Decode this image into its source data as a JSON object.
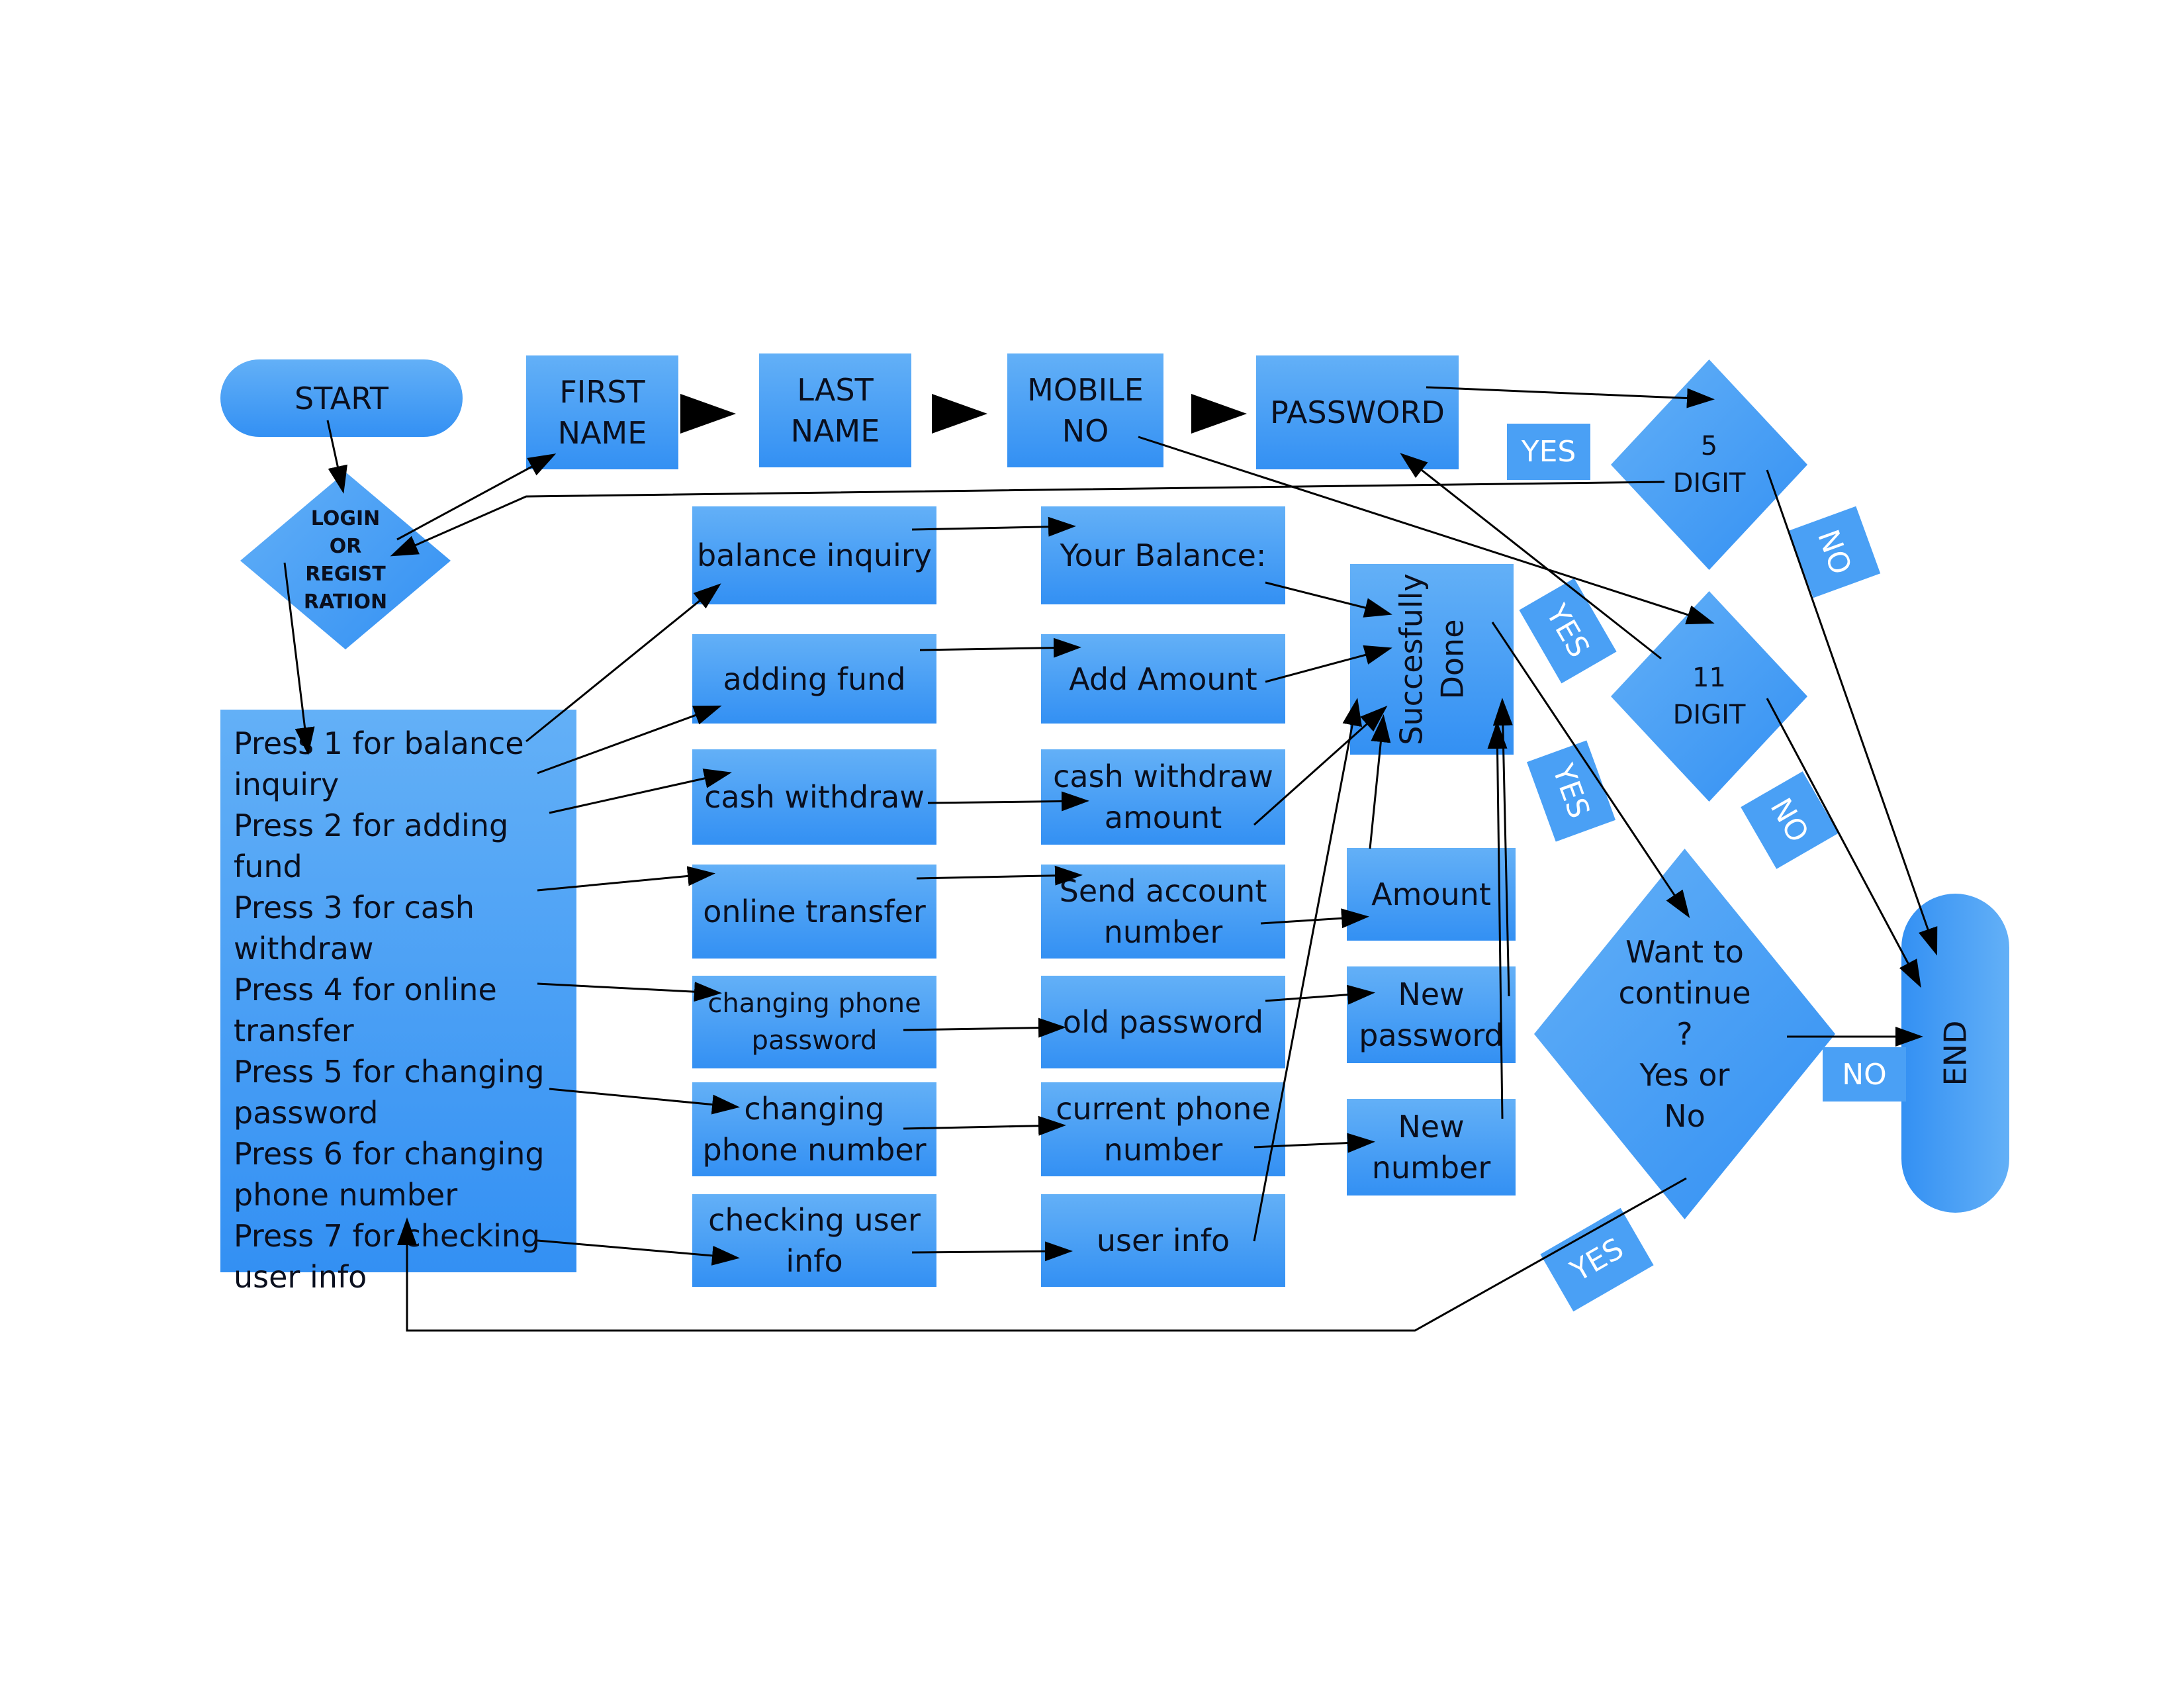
{
  "start": "START",
  "end": "END",
  "login": "LOGIN\nOR\nREGIST\nRATION",
  "registration": {
    "first_name": "FIRST\nNAME",
    "last_name": "LAST\nNAME",
    "mobile": "MOBILE\nNO",
    "password": "PASSWORD"
  },
  "checks": {
    "five_digit": "5\nDIGIT",
    "eleven_digit": "11\nDIGIT",
    "continue": "Want to\ncontinue\n?\nYes or\nNo"
  },
  "tags": {
    "yes1": "YES",
    "no1": "NO",
    "yes2": "YES",
    "no2": "NO",
    "yes3": "YES",
    "no3": "NO",
    "yes4": "YES"
  },
  "menu": [
    "Press 1 for balance\ninquiry",
    "Press 2 for adding fund",
    "Press 3 for cash\nwithdraw",
    "Press 4 for online\ntransfer",
    "Press 5 for changing\npassword",
    "Press 6 for changing\nphone number",
    "Press 7 for checking\nuser info"
  ],
  "options": {
    "balance_inquiry": "balance inquiry",
    "adding_fund": "adding fund",
    "cash_withdraw": "cash withdraw",
    "online_transfer": "online transfer",
    "changing_password": "changing phone\npassword",
    "changing_phone": "changing\nphone number",
    "checking_info": "checking user\ninfo"
  },
  "steps": {
    "your_balance": "Your Balance:",
    "add_amount": "Add Amount",
    "withdraw_amount": "cash withdraw\namount",
    "send_account": "Send account\nnumber",
    "old_password": "old password",
    "current_phone": "current phone\nnumber",
    "user_info": "user info"
  },
  "finals": {
    "amount": "Amount",
    "new_password": "New\npassword",
    "new_number": "New\nnumber",
    "success": "Succesfully\nDone"
  }
}
